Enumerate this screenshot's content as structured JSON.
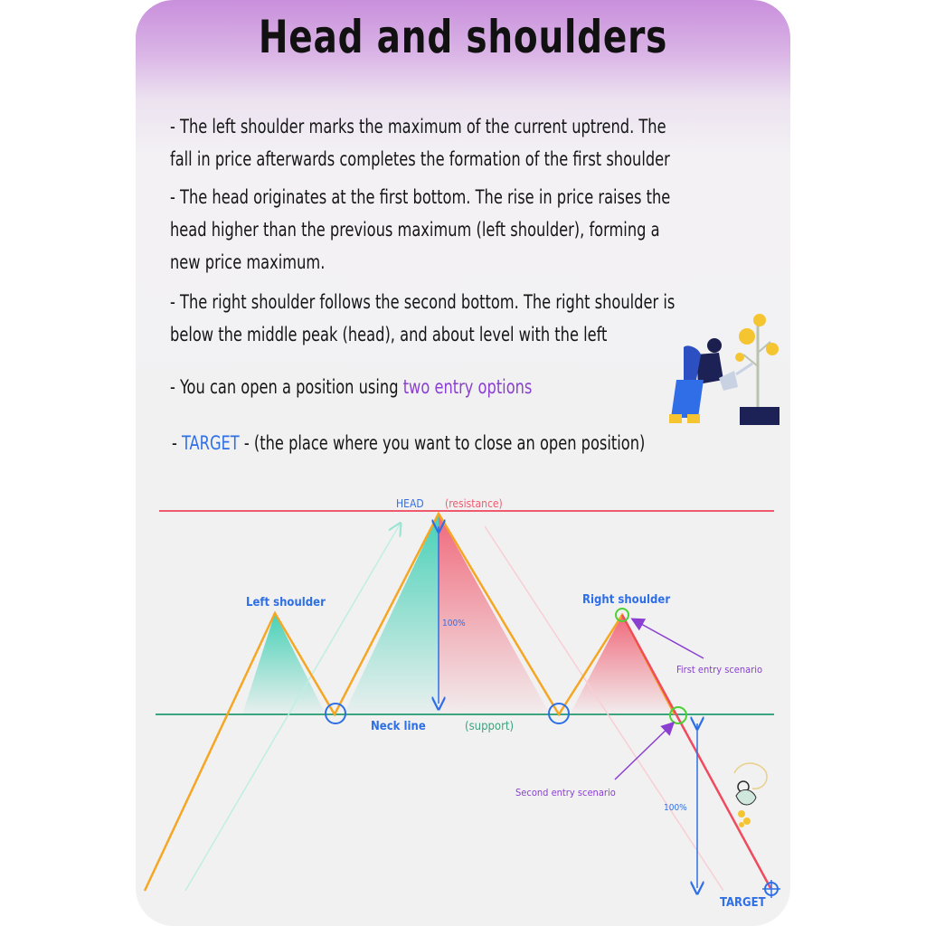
{
  "title": "Head and shoulders",
  "paragraphs": {
    "p1": [
      "- The left shoulder marks the maximum of the current uptrend. The",
      "fall in price afterwards completes the formation of the first shoulder"
    ],
    "p2": [
      "- The head originates at the first bottom. The rise in price raises the",
      "head higher than the previous maximum (left shoulder), forming a",
      "new price maximum."
    ],
    "p3": [
      "- The right shoulder follows the second bottom. The right shoulder is",
      "below the middle peak (head), and about level with the left"
    ],
    "p4_prefix": "- You can open a position using ",
    "p4_highlight": "two entry options",
    "p5_prefix": "- ",
    "p5_highlight": "TARGET",
    "p5_suffix": " - (the place where you want to close an open position)"
  },
  "diagram": {
    "head": "HEAD",
    "resistance": "(resistance)",
    "left_shoulder": "Left shoulder",
    "right_shoulder": "Right shoulder",
    "neck_line": "Neck line",
    "support": "(support)",
    "pct_head": "100%",
    "pct_target": "100%",
    "first_entry": "First entry scenario",
    "second_entry": "Second entry scenario",
    "target": "TARGET"
  },
  "colors": {
    "accent_purple": "#8a3fd1",
    "accent_blue": "#2e6fe6",
    "resistance_red": "#f05a6e",
    "neck_green": "#3aa57f",
    "price_orange": "#f5a623",
    "entry_green": "#4cd137"
  }
}
